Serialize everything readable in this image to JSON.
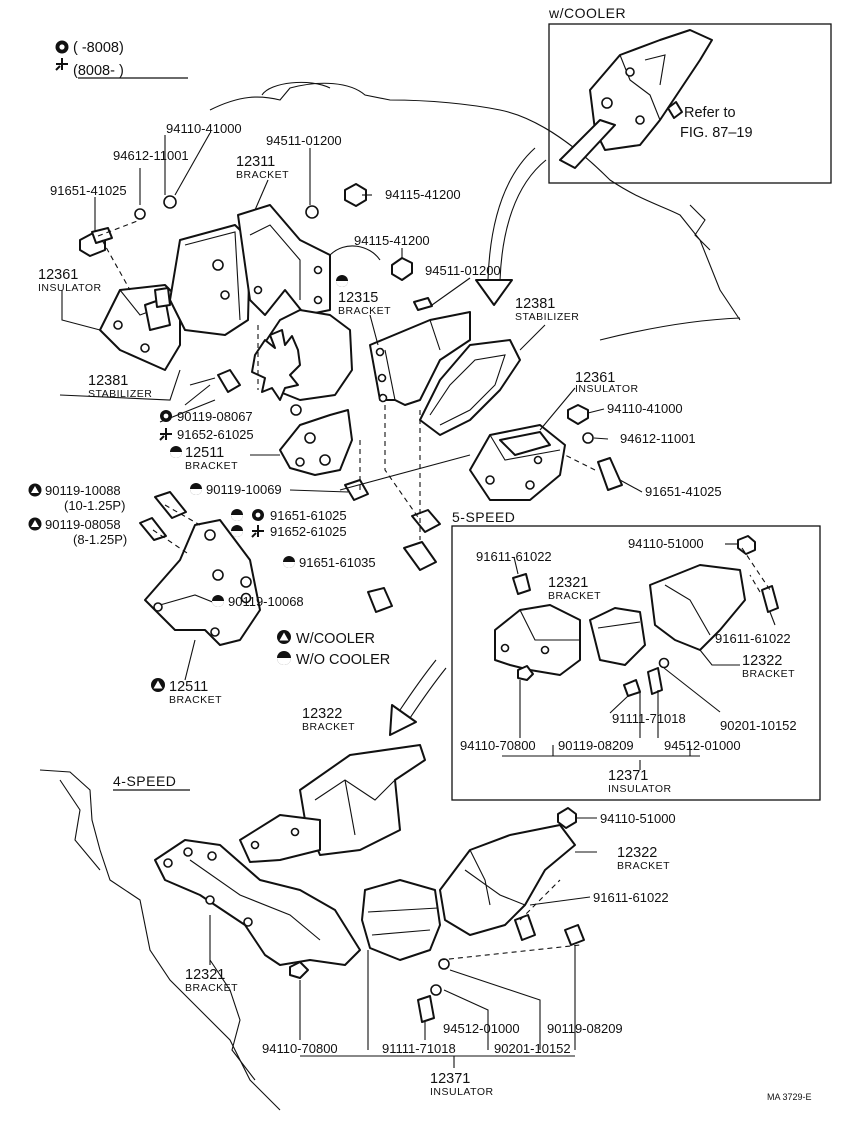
{
  "legend_top": {
    "a_text": "(      -8008)",
    "b_text": "(8008-         )"
  },
  "insets": {
    "cooler_title": "w/COOLER",
    "refer_line1": "Refer to",
    "refer_line2": "FIG. 87–19",
    "five_speed_title": "5-SPEED",
    "four_speed_title": "4-SPEED"
  },
  "cooler_legend": {
    "w_cooler": "W/COOLER",
    "wo_cooler": "W/O COOLER"
  },
  "labels": {
    "p94110_41000_top": "94110-41000",
    "p94612_11001_top": "94612-11001",
    "p91651_41025_top": "91651-41025",
    "p12311": "12311",
    "p12311_cap": "BRACKET",
    "p94511_01200_top": "94511-01200",
    "p94115_41200_a": "94115-41200",
    "p94115_41200_b": "94115-41200",
    "p94511_01200_b": "94511-01200",
    "p12361_left": "12361",
    "p12361_left_cap": "INSULATOR",
    "p12315": "12315",
    "p12315_cap": "BRACKET",
    "p12381_right": "12381",
    "p12381_right_cap": "STABILIZER",
    "p12381_left": "12381",
    "p12381_left_cap": "STABILIZER",
    "p12361_right": "12361",
    "p12361_right_cap": "INSULATOR",
    "p90119_08067": "90119-08067",
    "p91652_61025_a": "91652-61025",
    "p94110_41000_r": "94110-41000",
    "p94612_11001_r": "94612-11001",
    "p12511_top": "12511",
    "p12511_top_cap": "BRACKET",
    "p90119_10069": "90119-10069",
    "p91651_41025_r": "91651-41025",
    "p90119_10088": "90119-10088",
    "p90119_10088_size": "(10-1.25P)",
    "p90119_08058": "90119-08058",
    "p90119_08058_size": "(8-1.25P)",
    "p91651_61025": "91651-61025",
    "p91652_61025_b": "91652-61025",
    "p91651_61035": "91651-61035",
    "p90119_10068": "90119-10068",
    "p12511_bot": "12511",
    "p12511_bot_cap": "BRACKET",
    "s5_94110_51000": "94110-51000",
    "s5_91611_61022_a": "91611-61022",
    "s5_12321": "12321",
    "s5_12321_cap": "BRACKET",
    "s5_91611_61022_b": "91611-61022",
    "s5_12322": "12322",
    "s5_12322_cap": "BRACKET",
    "s5_91111_71018": "91111-71018",
    "s5_90201_10152": "90201-10152",
    "s5_94110_70800": "94110-70800",
    "s5_90119_08209": "90119-08209",
    "s5_94512_01000": "94512-01000",
    "s5_12371": "12371",
    "s5_12371_cap": "INSULATOR",
    "s4_12322_top": "12322",
    "s4_12322_top_cap": "BRACKET",
    "s4_94110_51000": "94110-51000",
    "s4_12322_r": "12322",
    "s4_12322_r_cap": "BRACKET",
    "s4_91611_61022": "91611-61022",
    "s4_12321": "12321",
    "s4_12321_cap": "BRACKET",
    "s4_94512_01000": "94512-01000",
    "s4_90119_08209": "90119-08209",
    "s4_94110_70800": "94110-70800",
    "s4_91111_71018": "91111-71018",
    "s4_90201_10152": "90201-10152",
    "s4_12371": "12371",
    "s4_12371_cap": "INSULATOR"
  },
  "footer": {
    "code": "MA 3729-E"
  }
}
